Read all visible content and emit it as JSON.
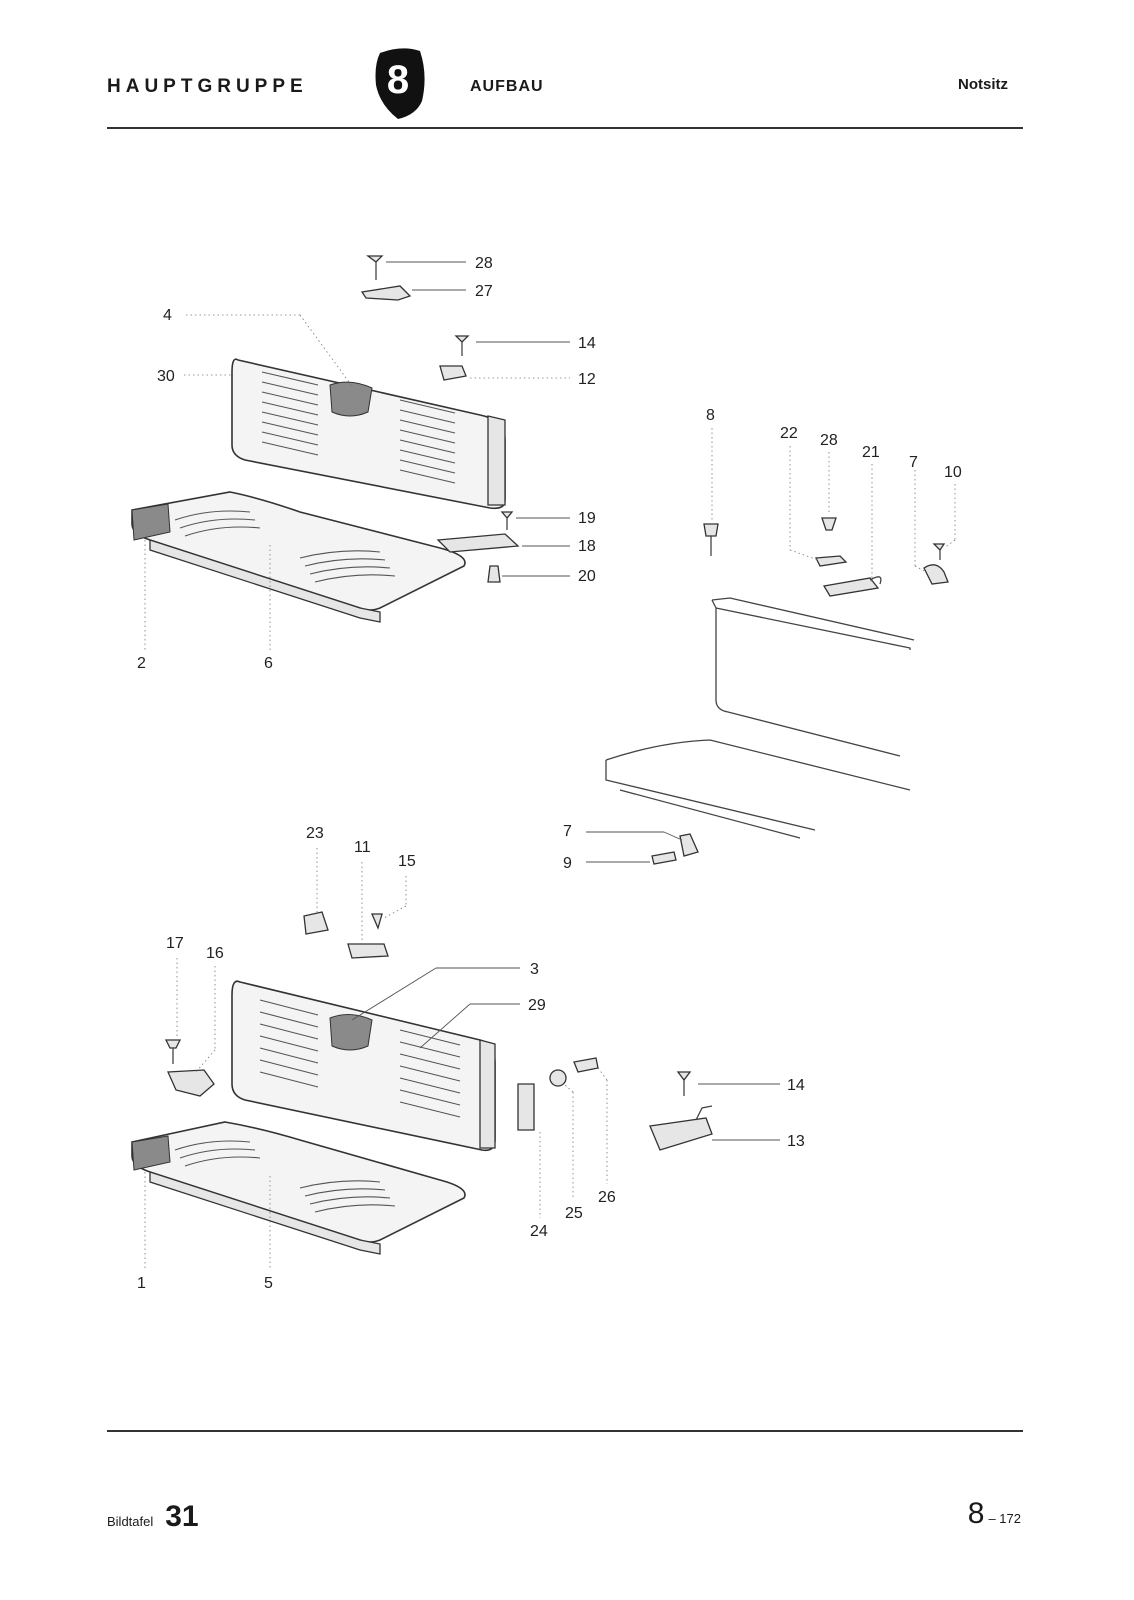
{
  "header": {
    "group_label": "HAUPTGRUPPE",
    "group_number": "8",
    "section": "AUFBAU",
    "subject": "Notsitz"
  },
  "footer": {
    "plate_label": "Bildtafel",
    "plate_number": "31",
    "page_group": "8",
    "page_number": "– 172"
  },
  "callouts": {
    "c1": "1",
    "c2": "2",
    "c3": "3",
    "c4": "4",
    "c5": "5",
    "c6": "6",
    "c7a": "7",
    "c7b": "7",
    "c8": "8",
    "c9": "9",
    "c10": "10",
    "c11": "11",
    "c12": "12",
    "c13": "13",
    "c14a": "14",
    "c14b": "14",
    "c15": "15",
    "c16": "16",
    "c17": "17",
    "c18": "18",
    "c19": "19",
    "c20": "20",
    "c21": "21",
    "c22": "22",
    "c23": "23",
    "c24": "24",
    "c25": "25",
    "c26": "26",
    "c27": "27",
    "c28a": "28",
    "c28b": "28",
    "c29": "29",
    "c30": "30"
  }
}
